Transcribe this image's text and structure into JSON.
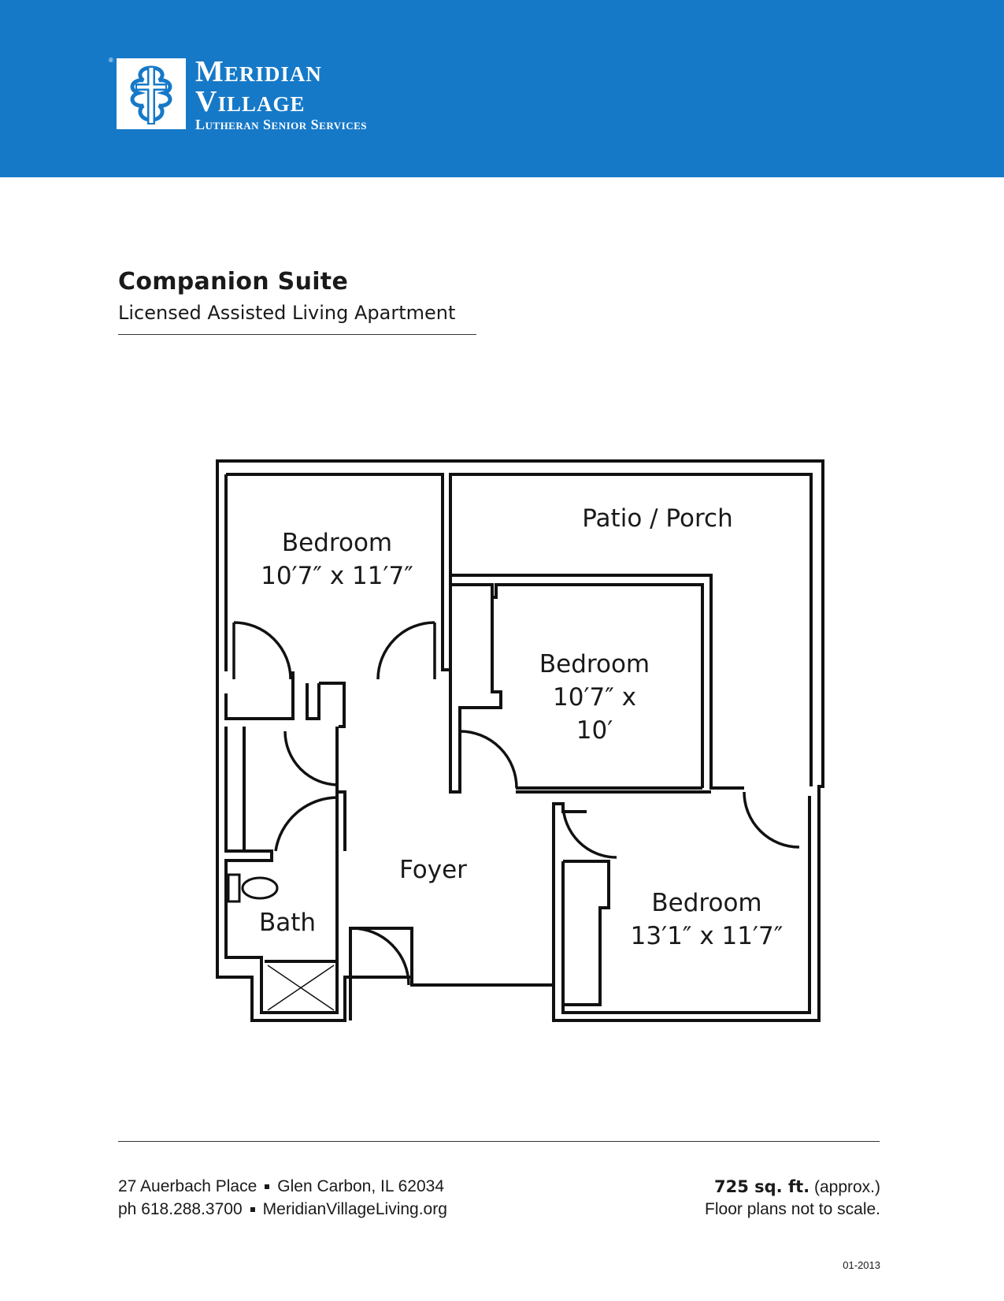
{
  "header": {
    "brand_line1": "Meridian",
    "brand_line2": "Village",
    "brand_sub": "Lutheran Senior Services",
    "registered_mark": "®",
    "logo_icon": "cross-tree-logo-icon",
    "color": "#1679c8"
  },
  "title": "Companion Suite",
  "subtitle": "Licensed Assisted Living Apartment",
  "rooms": {
    "bedroom_a": {
      "name": "Bedroom",
      "dims": "10′7″ x 11′7″"
    },
    "patio": {
      "name": "Patio / Porch"
    },
    "bedroom_b": {
      "name": "Bedroom",
      "dims_line1": "10′7″ x",
      "dims_line2": "10′"
    },
    "foyer": {
      "name": "Foyer"
    },
    "bath": {
      "name": "Bath"
    },
    "bedroom_c": {
      "name": "Bedroom",
      "dims": "13′1″ x 11′7″"
    }
  },
  "footer": {
    "address_street": "27 Auerbach Place",
    "address_city": "Glen Carbon, IL  62034",
    "phone": "ph 618.288.3700",
    "website": "MeridianVillageLiving.org",
    "sqft": "725 sq. ft.",
    "approx": "(approx.)",
    "scale_note": "Floor plans not to scale.",
    "doc_code": "01-2013"
  }
}
